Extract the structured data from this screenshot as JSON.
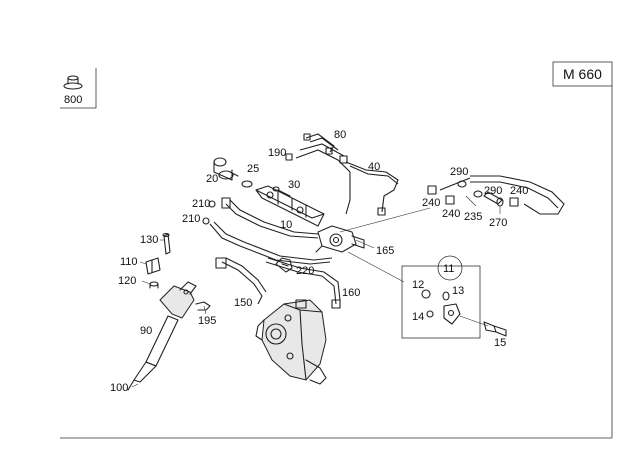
{
  "model_label": "M 660",
  "assembly_number": "800",
  "parts": [
    {
      "id": "p80",
      "label": "80"
    },
    {
      "id": "p190",
      "label": "190"
    },
    {
      "id": "p40",
      "label": "40"
    },
    {
      "id": "p25",
      "label": "25"
    },
    {
      "id": "p20",
      "label": "20"
    },
    {
      "id": "p30",
      "label": "30"
    },
    {
      "id": "p210a",
      "label": "210"
    },
    {
      "id": "p210b",
      "label": "210"
    },
    {
      "id": "p10",
      "label": "10"
    },
    {
      "id": "p290a",
      "label": "290"
    },
    {
      "id": "p290b",
      "label": "290"
    },
    {
      "id": "p240a",
      "label": "240"
    },
    {
      "id": "p240b",
      "label": "240"
    },
    {
      "id": "p240c",
      "label": "240"
    },
    {
      "id": "p235",
      "label": "235"
    },
    {
      "id": "p270",
      "label": "270"
    },
    {
      "id": "p165",
      "label": "165"
    },
    {
      "id": "p130",
      "label": "130"
    },
    {
      "id": "p110",
      "label": "110"
    },
    {
      "id": "p120",
      "label": "120"
    },
    {
      "id": "p220",
      "label": "220"
    },
    {
      "id": "p160",
      "label": "160"
    },
    {
      "id": "p150",
      "label": "150"
    },
    {
      "id": "p195",
      "label": "195"
    },
    {
      "id": "p90",
      "label": "90"
    },
    {
      "id": "p100",
      "label": "100"
    },
    {
      "id": "p11",
      "label": "11"
    },
    {
      "id": "p12",
      "label": "12"
    },
    {
      "id": "p13",
      "label": "13"
    },
    {
      "id": "p14",
      "label": "14"
    },
    {
      "id": "p15",
      "label": "15"
    }
  ]
}
